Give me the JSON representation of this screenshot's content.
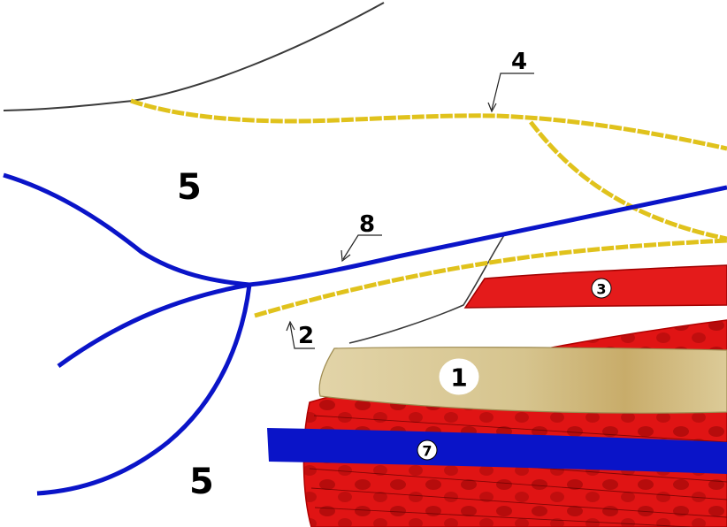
{
  "labels": {
    "l1": "1",
    "l2": "2",
    "l3": "3",
    "l4": "4",
    "l5a": "5",
    "l5b": "5",
    "l7": "7",
    "l8": "8"
  },
  "colors": {
    "nerve": "#e0c21c",
    "vein": "#0a14c8",
    "muscle": "#d81010",
    "muscle_dark": "#8a0000",
    "bone": "#d8c99a",
    "bone_dark": "#b39a5a",
    "thin_line": "#3a3a3a"
  }
}
